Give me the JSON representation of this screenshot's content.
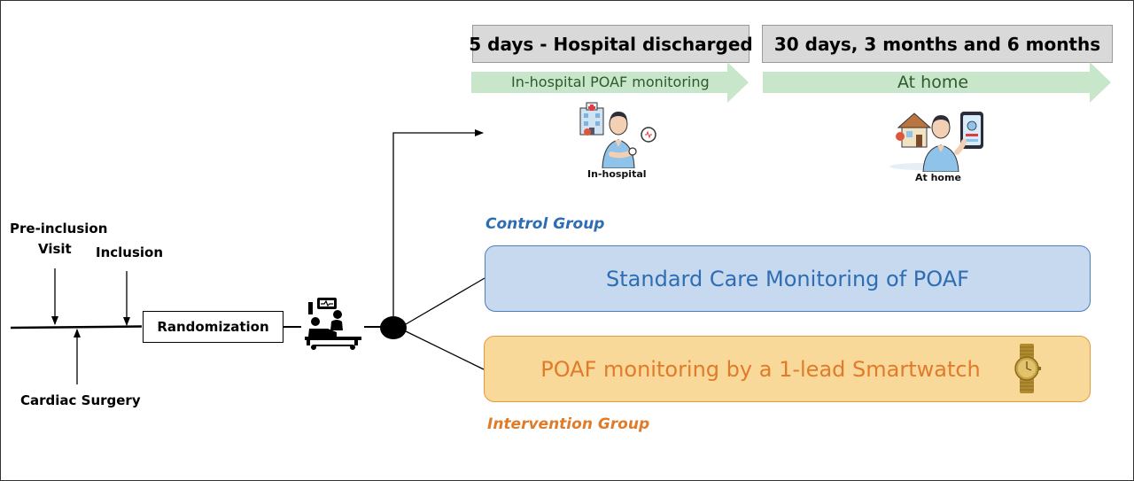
{
  "timeline": {
    "pre_inclusion_line1": "Pre-inclusion",
    "pre_inclusion_line2": "Visit",
    "inclusion": "Inclusion",
    "cardiac_surgery": "Cardiac Surgery",
    "randomization": "Randomization"
  },
  "phases": {
    "hospital": {
      "header": "5 days - Hospital discharged",
      "arrow_label": "In-hospital POAF monitoring",
      "illustration_caption": "In-hospital"
    },
    "home": {
      "header": "30 days, 3 months and 6 months",
      "arrow_label": "At home",
      "illustration_caption": "At home"
    }
  },
  "groups": {
    "control": {
      "title": "Control Group",
      "box_text": "Standard Care Monitoring of POAF",
      "title_color": "#2e6db4",
      "box_fill": "#c7d9ee",
      "box_border": "#4a7fc1",
      "text_color": "#2e6db4"
    },
    "intervention": {
      "title": "Intervention Group",
      "box_text": "POAF monitoring by a 1-lead Smartwatch",
      "title_color": "#e07b2a",
      "box_fill": "#f8d99a",
      "box_border": "#e59a3c",
      "text_color": "#e07b2a"
    }
  },
  "colors": {
    "header_fill": "#d9d9d9",
    "arrow_fill": "#c8e6c9",
    "line": "#000000"
  },
  "icons": {
    "surgery": "patient-in-bed-icon",
    "hospital_person": "doctor-with-smartwatch-icon",
    "home_person": "person-with-phone-icon",
    "watch": "gold-wristwatch-icon"
  }
}
